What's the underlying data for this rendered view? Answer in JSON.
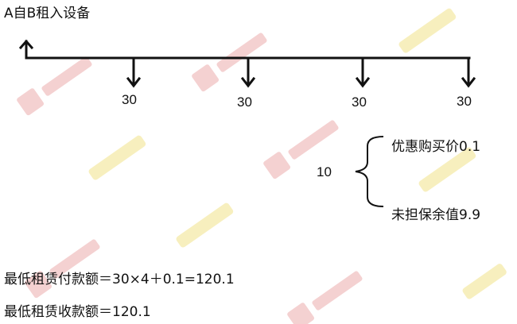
{
  "title": "A自B租入设备",
  "cash_flows": [
    "30",
    "30",
    "30",
    "30"
  ],
  "brace": {
    "total": "10",
    "options": [
      "优惠购买价0.1",
      "未担保余值9.9"
    ]
  },
  "formulas": [
    "最低租赁付款额＝30×4＋0.1=120.1",
    "最低租赁收款额＝120.1"
  ],
  "watermark": {
    "color_red": "#f3c9c9",
    "color_yellow": "#f6edb3"
  }
}
